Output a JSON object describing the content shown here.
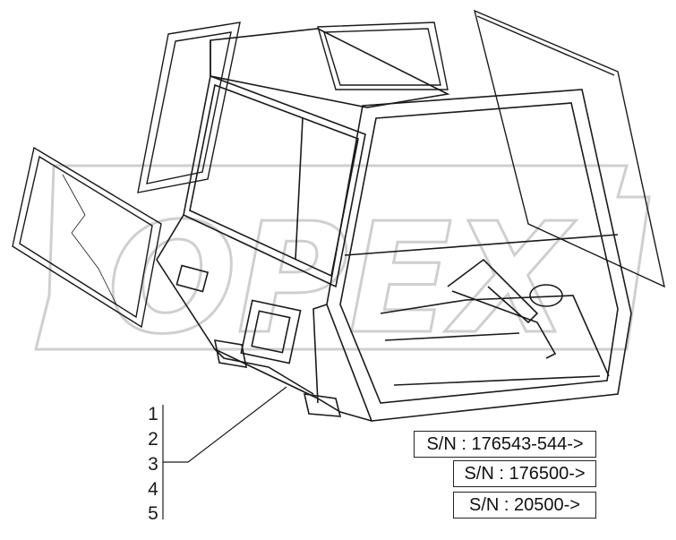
{
  "watermark": "OPEX",
  "callouts": [
    "1",
    "2",
    "3",
    "4",
    "5"
  ],
  "serial_boxes": [
    "S/N : 176543-544->",
    "S/N : 176500->",
    "S/N : 20500->"
  ],
  "icons": {
    "watermark": "opex-logo-watermark"
  },
  "colors": {
    "line": "#1a1a1a",
    "watermark": "#d9d9d9",
    "background": "#ffffff"
  }
}
